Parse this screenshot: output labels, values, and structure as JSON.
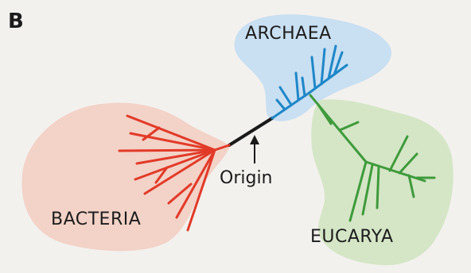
{
  "panel_label": "B",
  "groups": {
    "archaea": {
      "label": "ARCHAEA",
      "fill": "#c9dff2",
      "branch_color": "#1e87c8"
    },
    "bacteria": {
      "label": "BACTERIA",
      "fill": "#f3d2c7",
      "branch_color": "#e23a28"
    },
    "eucarya": {
      "label": "EUCARYA",
      "fill": "#d4e6c6",
      "branch_color": "#3f9a3c"
    }
  },
  "origin": {
    "label": "Origin",
    "stem_color": "#1a1a1a"
  }
}
